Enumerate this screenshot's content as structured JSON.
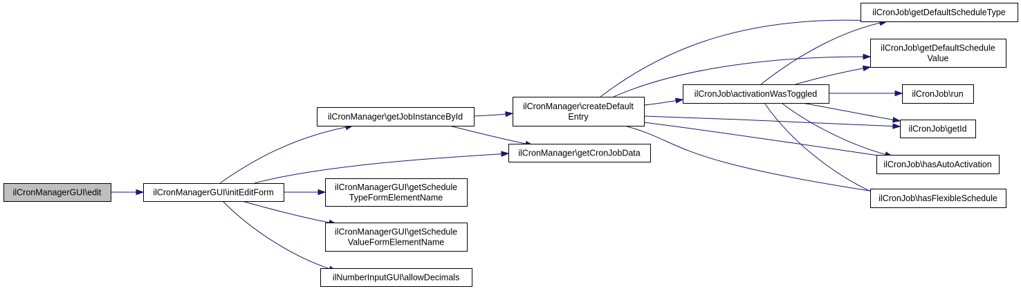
{
  "diagram": {
    "edge_color": "#191970",
    "root_fill": "#bfbfbf",
    "nodes": [
      {
        "id": "edit",
        "lines": [
          "ilCronManagerGUI\\edit"
        ],
        "root": true
      },
      {
        "id": "initEditForm",
        "lines": [
          "ilCronManagerGUI\\initEditForm"
        ]
      },
      {
        "id": "getJobInstanceById",
        "lines": [
          "ilCronManager\\getJobInstanceById"
        ]
      },
      {
        "id": "getScheduleTypeFormElementName",
        "lines": [
          "ilCronManagerGUI\\getSchedule",
          "TypeFormElementName"
        ]
      },
      {
        "id": "getScheduleValueFormElementName",
        "lines": [
          "ilCronManagerGUI\\getSchedule",
          "ValueFormElementName"
        ]
      },
      {
        "id": "allowDecimals",
        "lines": [
          "ilNumberInputGUI\\allowDecimals"
        ]
      },
      {
        "id": "createDefaultEntry",
        "lines": [
          "ilCronManager\\createDefault",
          "Entry"
        ]
      },
      {
        "id": "getCronJobData",
        "lines": [
          "ilCronManager\\getCronJobData"
        ]
      },
      {
        "id": "activationWasToggled",
        "lines": [
          "ilCronJob\\activationWasToggled"
        ]
      },
      {
        "id": "getDefaultScheduleType",
        "lines": [
          "ilCronJob\\getDefaultScheduleType"
        ]
      },
      {
        "id": "getDefaultScheduleValue",
        "lines": [
          "ilCronJob\\getDefaultSchedule",
          "Value"
        ]
      },
      {
        "id": "run",
        "lines": [
          "ilCronJob\\run"
        ]
      },
      {
        "id": "getId",
        "lines": [
          "ilCronJob\\getId"
        ]
      },
      {
        "id": "hasAutoActivation",
        "lines": [
          "ilCronJob\\hasAutoActivation"
        ]
      },
      {
        "id": "hasFlexibleSchedule",
        "lines": [
          "ilCronJob\\hasFlexibleSchedule"
        ]
      }
    ],
    "edges": [
      [
        "edit",
        "initEditForm"
      ],
      [
        "initEditForm",
        "getJobInstanceById"
      ],
      [
        "initEditForm",
        "getCronJobData"
      ],
      [
        "initEditForm",
        "getScheduleTypeFormElementName"
      ],
      [
        "initEditForm",
        "getScheduleValueFormElementName"
      ],
      [
        "initEditForm",
        "allowDecimals"
      ],
      [
        "getJobInstanceById",
        "createDefaultEntry"
      ],
      [
        "getJobInstanceById",
        "getCronJobData"
      ],
      [
        "createDefaultEntry",
        "getDefaultScheduleType"
      ],
      [
        "createDefaultEntry",
        "getDefaultScheduleValue"
      ],
      [
        "createDefaultEntry",
        "activationWasToggled"
      ],
      [
        "createDefaultEntry",
        "getId"
      ],
      [
        "createDefaultEntry",
        "hasAutoActivation"
      ],
      [
        "createDefaultEntry",
        "hasFlexibleSchedule"
      ],
      [
        "activationWasToggled",
        "getDefaultScheduleType"
      ],
      [
        "activationWasToggled",
        "getDefaultScheduleValue"
      ],
      [
        "activationWasToggled",
        "run"
      ],
      [
        "activationWasToggled",
        "getId"
      ],
      [
        "activationWasToggled",
        "hasAutoActivation"
      ],
      [
        "activationWasToggled",
        "hasFlexibleSchedule"
      ]
    ]
  }
}
